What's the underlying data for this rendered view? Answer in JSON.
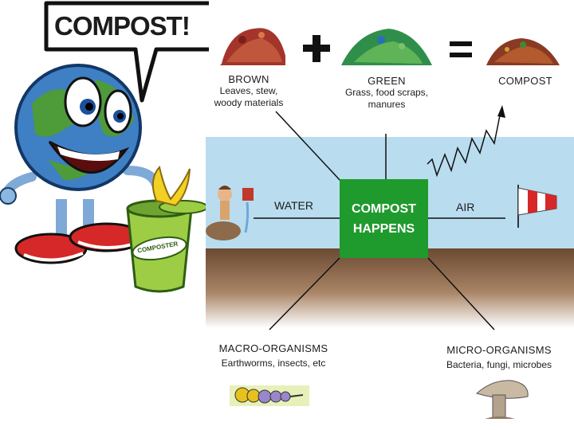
{
  "cartoon": {
    "speech_bubble": "COMPOST!",
    "bin_label": "COMPOSTER"
  },
  "equation": {
    "plus_symbol": "+",
    "equals_symbol": "="
  },
  "brown": {
    "title": "BROWN",
    "line1": "Leaves, stew,",
    "line2": "woody materials"
  },
  "green": {
    "title": "GREEN",
    "line1": "Grass, food scraps,",
    "line2": "manures"
  },
  "result": {
    "title": "COMPOST"
  },
  "center": {
    "line1": "COMPOST",
    "line2": "HAPPENS"
  },
  "water": {
    "label": "WATER"
  },
  "air": {
    "label": "AIR"
  },
  "macro": {
    "title": "MACRO-ORGANISMS",
    "sub": "Earthworms, insects, etc"
  },
  "micro": {
    "title": "MICRO-ORGANISMS",
    "sub": "Bacteria, fungi, microbes"
  },
  "colors": {
    "center_box": "#1f9a2c",
    "sky": "#b9dcef",
    "soil": "#6b4a32",
    "brown_pile": "#a3352a",
    "green_pile": "#2f8f4a"
  }
}
